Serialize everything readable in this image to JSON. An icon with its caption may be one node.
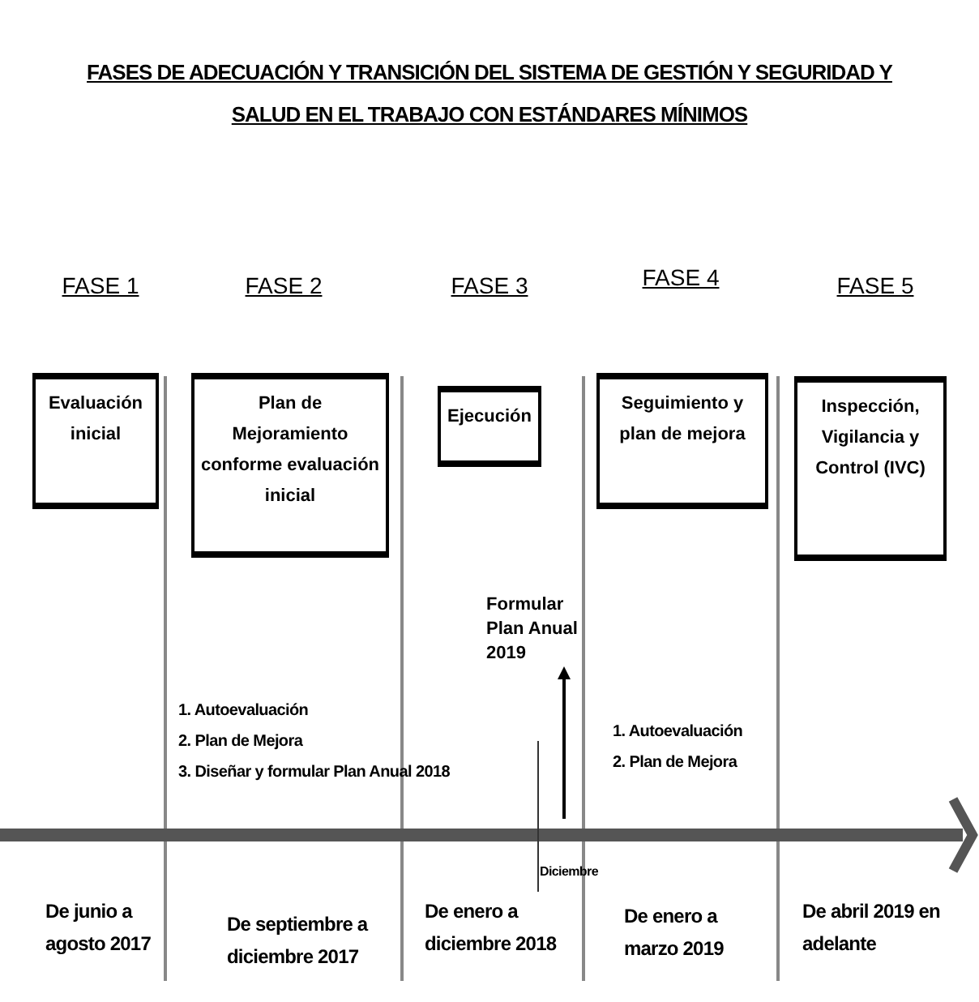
{
  "diagram": {
    "title": "FASES DE ADECUACIÓN Y TRANSICIÓN DEL SISTEMA DE GESTIÓN Y SEGURIDAD Y SALUD EN EL TRABAJO CON ESTÁNDARES MÍNIMOS",
    "nodes": [
      {
        "text": [
          "Evaluación inicial"
        ]
      },
      {
        "text": [
          "Plan de Mejoramiento conforme evaluación inicial"
        ]
      },
      {
        "text": [
          "Ejecución"
        ]
      },
      {
        "text": [
          "Seguimiento y plan de mejora"
        ]
      },
      {
        "text": [
          "Inspección, Vigilancia y Control (IVC)"
        ]
      },
      {
        "text": [
          "Formular Plan Anual 2019"
        ]
      }
    ],
    "edges": [
      {
        "from": null,
        "to": 5,
        "arrow": "to"
      }
    ],
    "labels": [
      "FASE 1",
      "FASE 2",
      "FASE 3",
      "FASE 4",
      "FASE 5",
      "1. Autoevaluación",
      "2. Plan de Mejora",
      "3. Diseñar y formular Plan Anual 2018",
      "1. Autoevaluación",
      "2. Plan de Mejora",
      "Diciembre",
      "De junio a agosto 2017",
      "De septiembre a diciembre 2017",
      "De enero a diciembre 2018",
      "De enero a marzo 2019",
      "De abril 2019 en adelante"
    ]
  }
}
